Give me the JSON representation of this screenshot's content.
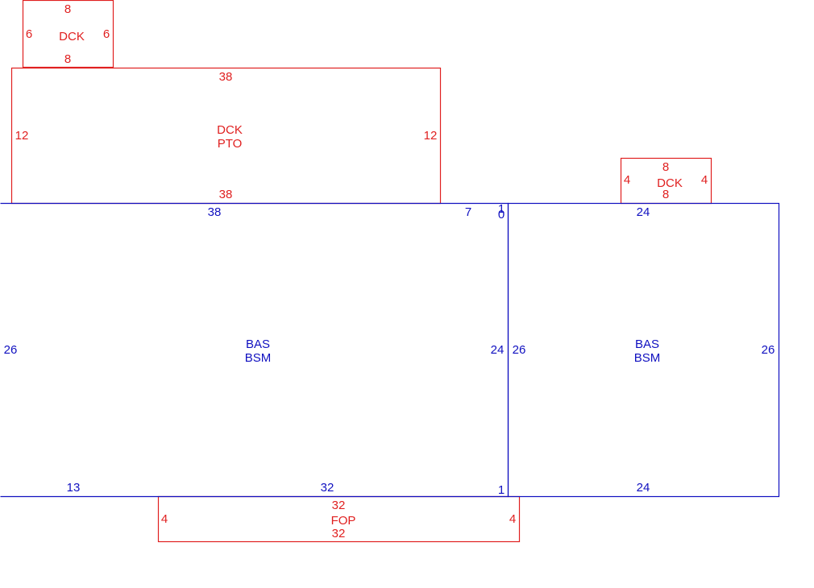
{
  "colors": {
    "red": "#e02020",
    "blue": "#1010c0",
    "background": "#ffffff"
  },
  "areas": {
    "dck_top": {
      "label": "DCK",
      "top": "8",
      "bottom": "8",
      "left": "6",
      "right": "6"
    },
    "dck_pto": {
      "label_line1": "DCK",
      "label_line2": "PTO",
      "top": "38",
      "bottom": "38",
      "left": "12",
      "right": "12"
    },
    "dck_right": {
      "label": "DCK",
      "top": "8",
      "bottom": "8",
      "left": "4",
      "right": "4"
    },
    "bas_left": {
      "label_line1": "BAS",
      "label_line2": "BSM",
      "top": "38",
      "top_right": "7",
      "jog_top": "1",
      "jog_bottom": "0",
      "left": "26",
      "right": "24",
      "bottom_left": "13",
      "bottom": "32",
      "bottom_right": "1"
    },
    "bas_right": {
      "label_line1": "BAS",
      "label_line2": "BSM",
      "top": "24",
      "bottom": "24",
      "left": "26",
      "right": "26"
    },
    "fop": {
      "label": "FOP",
      "top": "32",
      "bottom": "32",
      "left": "4",
      "right": "4"
    }
  }
}
